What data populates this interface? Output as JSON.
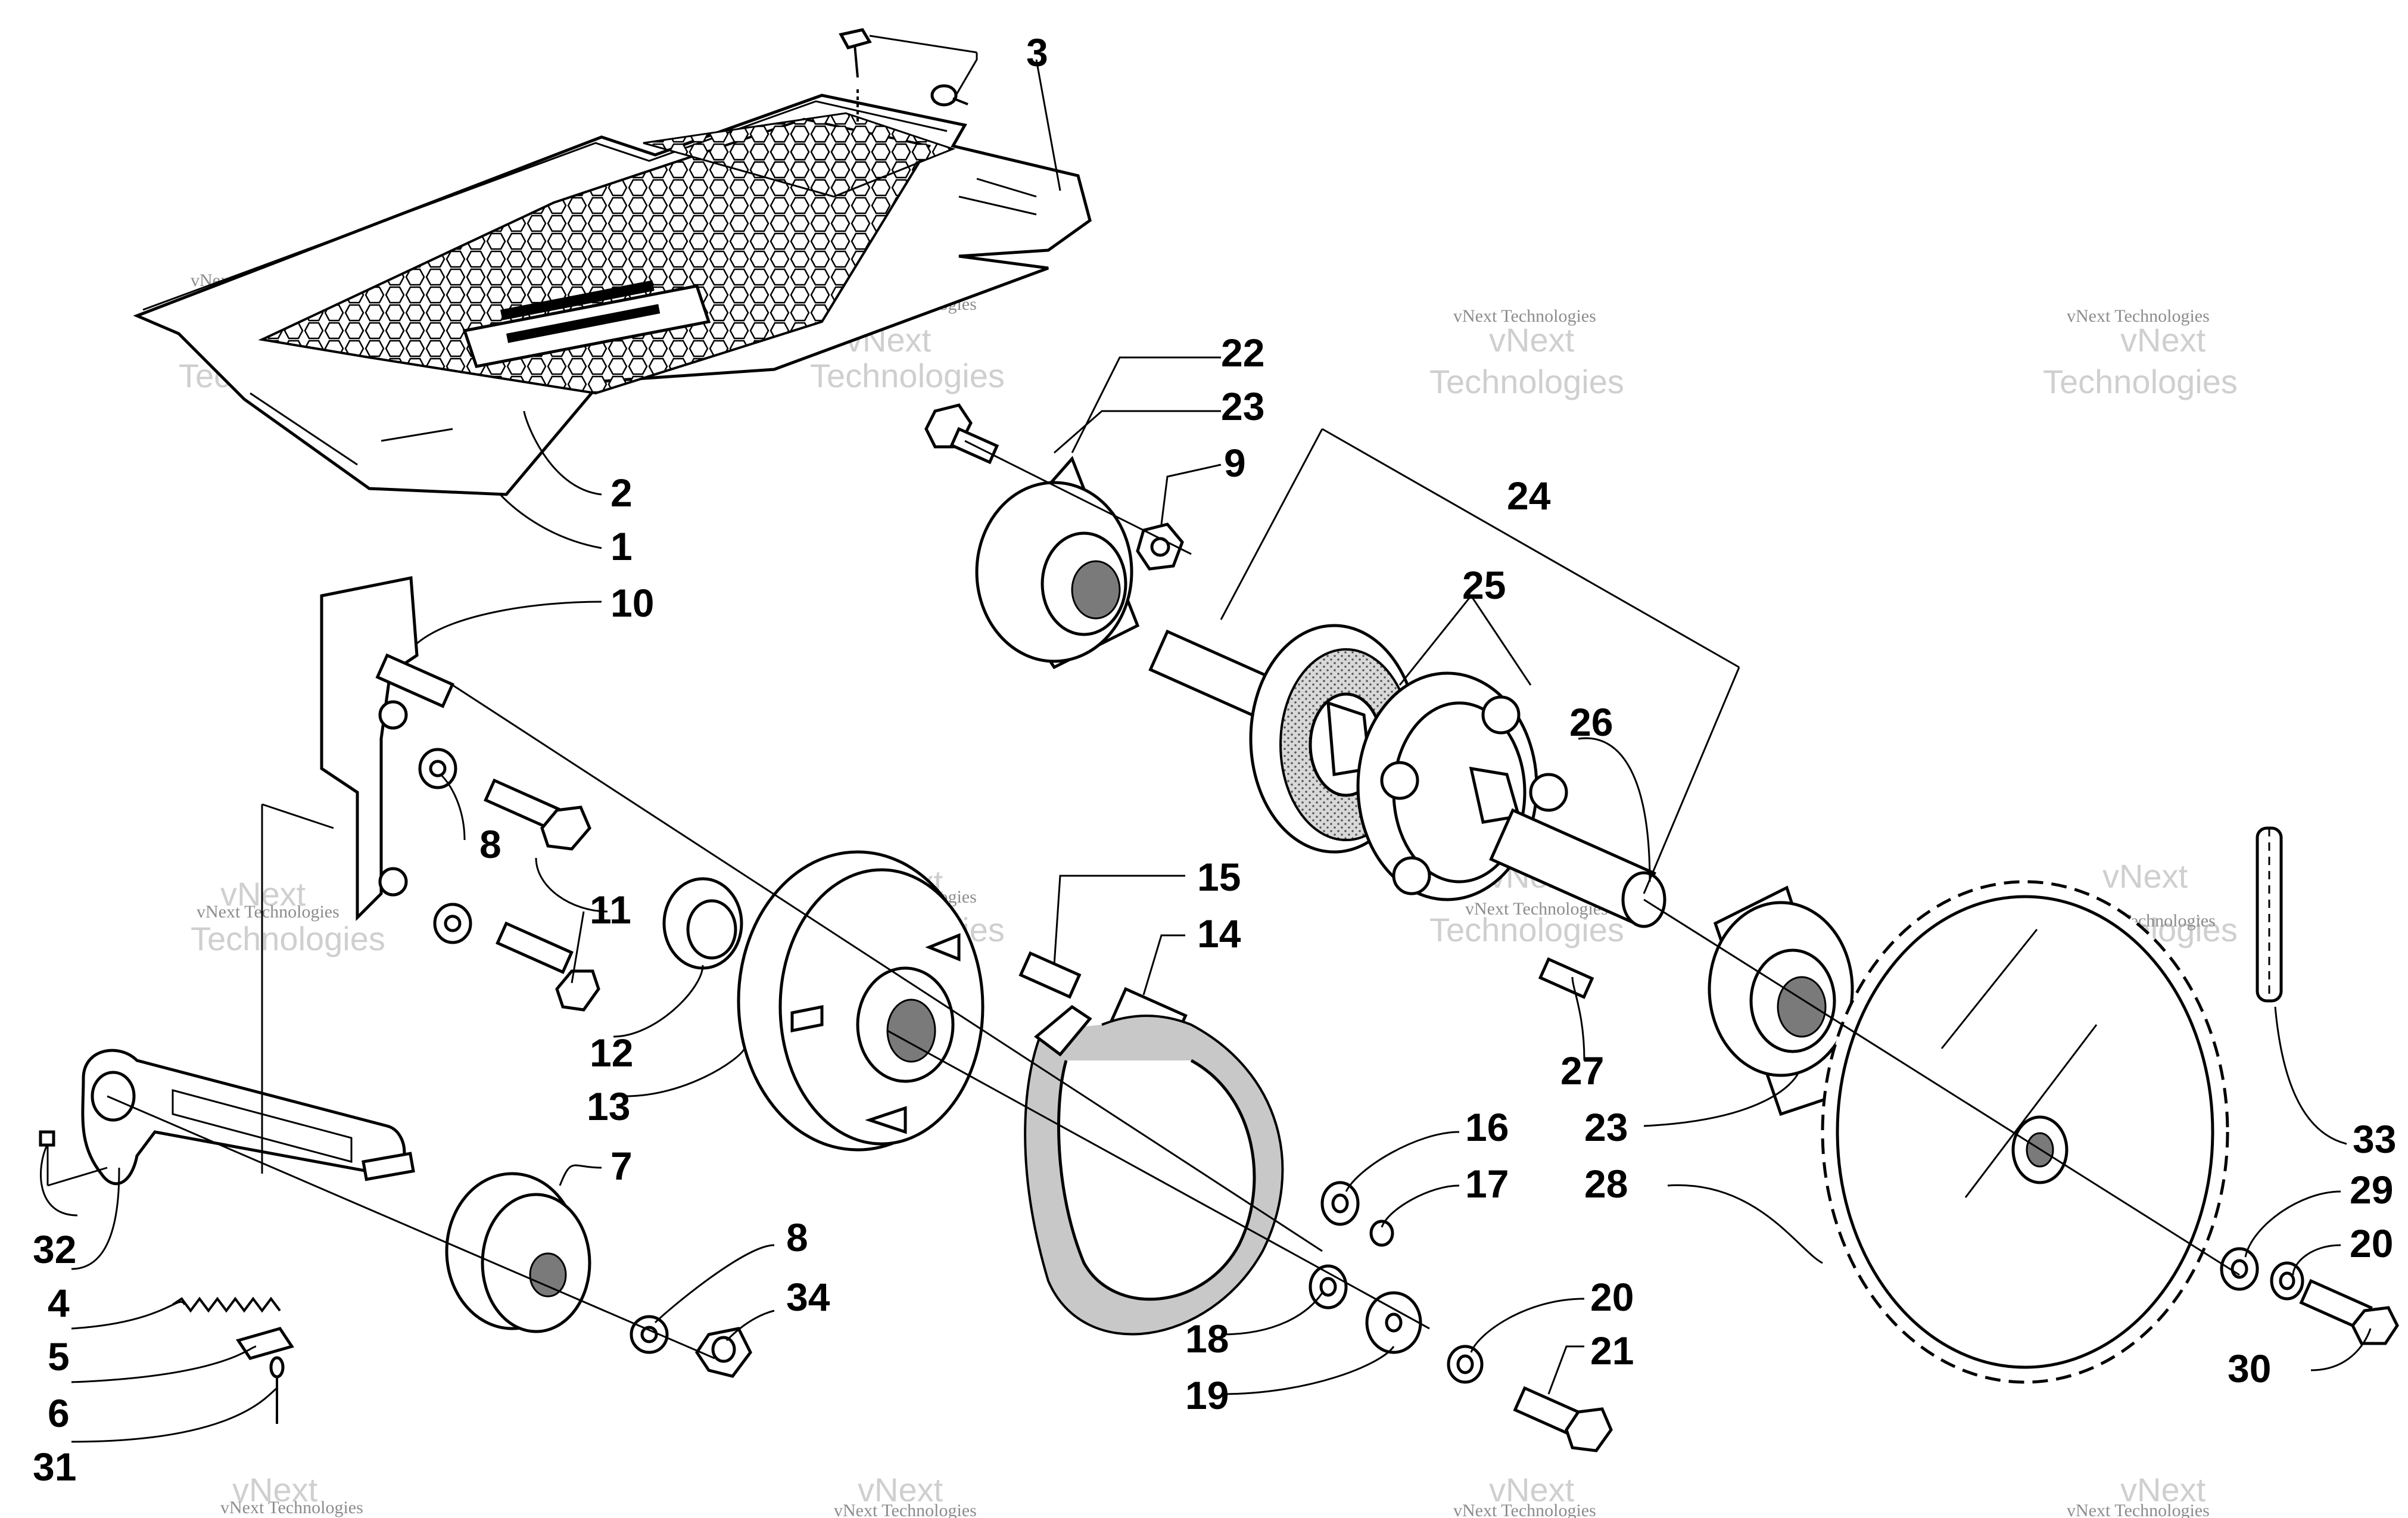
{
  "watermark": {
    "brand": "vNext",
    "line": "vNext Technologies",
    "word": "Technologies"
  },
  "labels": {
    "p1": "1",
    "p2": "2",
    "p3": "3",
    "p4": "4",
    "p5": "5",
    "p6": "6",
    "p7": "7",
    "p8a": "8",
    "p8b": "8",
    "p9": "9",
    "p10": "10",
    "p11": "11",
    "p12": "12",
    "p13": "13",
    "p14": "14",
    "p15": "15",
    "p16": "16",
    "p17": "17",
    "p18": "18",
    "p19": "19",
    "p20a": "20",
    "p20b": "20",
    "p21": "21",
    "p22": "22",
    "p23a": "23",
    "p23b": "23",
    "p24": "24",
    "p25": "25",
    "p26": "26",
    "p27": "27",
    "p28": "28",
    "p29": "29",
    "p30": "30",
    "p31": "31",
    "p32": "32",
    "p33": "33",
    "p34": "34"
  }
}
